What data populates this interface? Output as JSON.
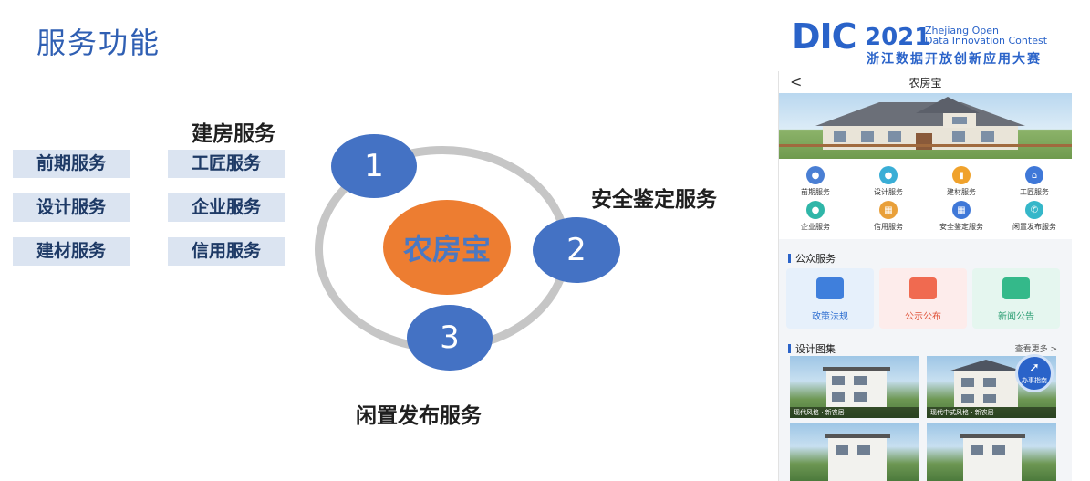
{
  "title": "服务功能",
  "logo": {
    "mark": "DIC",
    "year": "2021",
    "english_line1": "Zhejiang Open",
    "english_line2": "Data Innovation Contest",
    "chinese": "浙江数据开放创新应用大赛"
  },
  "service_boxes": [
    "前期服务",
    "工匠服务",
    "设计服务",
    "企业服务",
    "建材服务",
    "信用服务"
  ],
  "labels": {
    "jianfang": "建房服务",
    "anquan": "安全鉴定服务",
    "xianzhi": "闲置发布服务"
  },
  "diagram": {
    "core": "农房宝",
    "nodes": [
      "1",
      "2",
      "3"
    ]
  },
  "phone": {
    "back": "<",
    "title": "农房宝",
    "grid": [
      "前期服务",
      "设计服务",
      "建材服务",
      "工匠服务",
      "企业服务",
      "信用服务",
      "安全鉴定服务",
      "闲置发布服务"
    ],
    "section_public": "公众服务",
    "cards": [
      "政策法规",
      "公示公布",
      "新闻公告"
    ],
    "section_design": "设计图集",
    "more": "查看更多 >",
    "fab": "办事指南",
    "pic_caption_1": "现代风格 · 新农居",
    "pic_caption_2": "现代中式风格 · 新农居"
  },
  "colors": {
    "title": "#2f5fb3",
    "node": "#4472c4",
    "core": "#ed7d31",
    "box_bg": "#dbe4f1",
    "ring": "#c6c6c6"
  }
}
